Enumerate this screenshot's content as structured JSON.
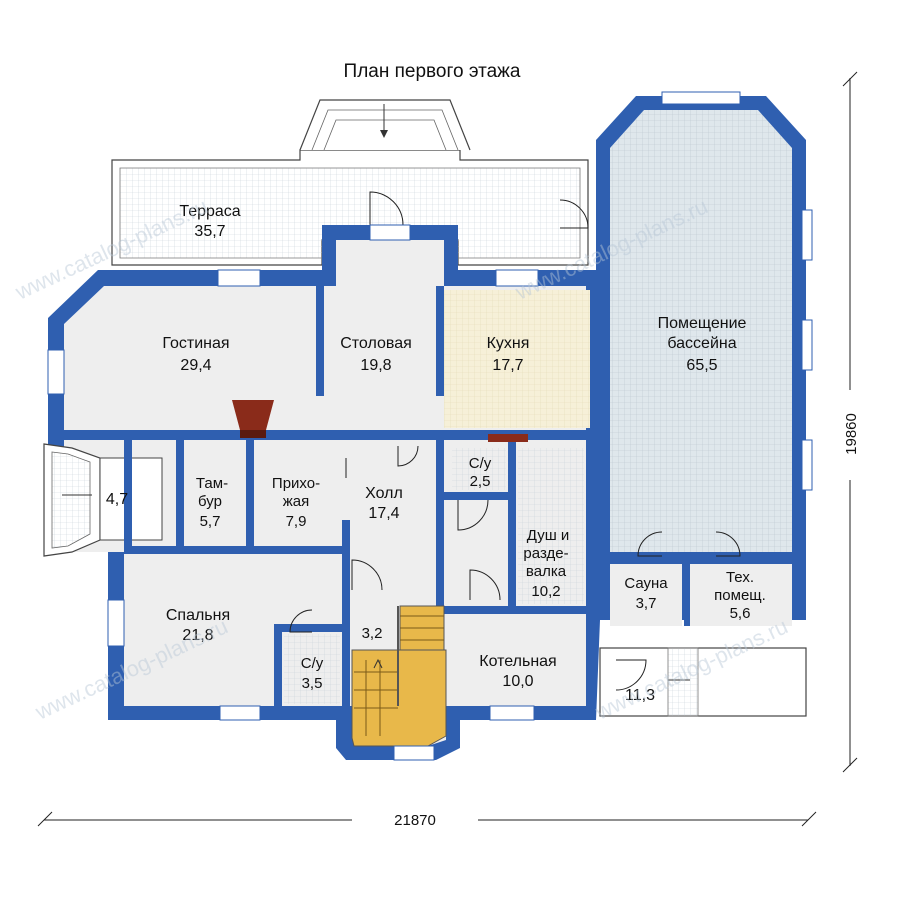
{
  "title": "План первого этажа",
  "dimensions": {
    "width": "21870",
    "height": "19860"
  },
  "rooms": {
    "terrace": {
      "name": "Терраса",
      "area": "35,7"
    },
    "living": {
      "name": "Гостиная",
      "area": "29,4"
    },
    "dining": {
      "name": "Столовая",
      "area": "19,8"
    },
    "kitchen": {
      "name": "Кухня",
      "area": "17,7"
    },
    "pool": {
      "name_l1": "Помещение",
      "name_l2": "бассейна",
      "area": "65,5"
    },
    "entry_porch": {
      "area": "4,7"
    },
    "vestibule": {
      "name_l1": "Там-",
      "name_l2": "бур",
      "area": "5,7"
    },
    "hallway": {
      "name_l1": "Прихо-",
      "name_l2": "жая",
      "area": "7,9"
    },
    "hall": {
      "name": "Холл",
      "area": "17,4"
    },
    "wc1": {
      "name": "С/у",
      "area": "2,5"
    },
    "shower": {
      "name_l1": "Душ и",
      "name_l2": "разде-",
      "name_l3": "валка",
      "area": "10,2"
    },
    "sauna": {
      "name": "Сауна",
      "area": "3,7"
    },
    "tech": {
      "name_l1": "Тех.",
      "name_l2": "помещ.",
      "area": "5,6"
    },
    "bedroom": {
      "name": "Спальня",
      "area": "21,8"
    },
    "wc2": {
      "name": "С/у",
      "area": "3,5"
    },
    "stairs": {
      "area": "3,2"
    },
    "boiler": {
      "name": "Котельная",
      "area": "10,0"
    },
    "porch2": {
      "area": "11,3"
    }
  },
  "watermark": "www.catalog-plans.ru",
  "colors": {
    "wall": "#2f5fb0",
    "floor": "#eeeeee",
    "kitchen_floor": "#f6f0d8",
    "pool_floor": "#dde5ea",
    "stairs": "#e8b84a",
    "fireplace": "#8a2b1a"
  }
}
